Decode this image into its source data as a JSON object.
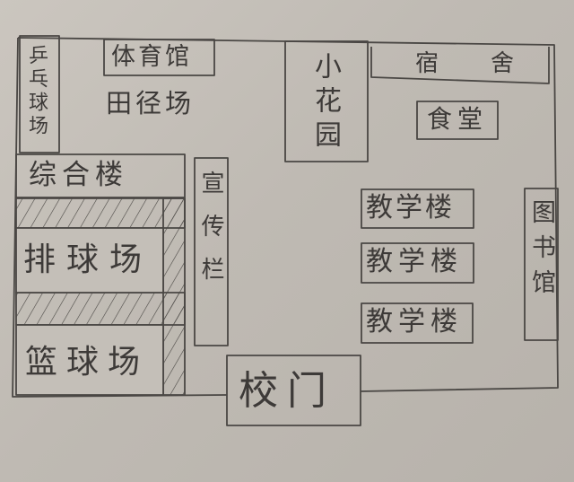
{
  "map": {
    "pingpong": "乒乓球场",
    "gym": "体育馆",
    "track_field": "田径场",
    "garden": "小花园",
    "dorm": "宿　舍",
    "canteen": "食堂",
    "complex_building": "综合楼",
    "bulletin": "宣传栏",
    "teaching_1": "教学楼",
    "teaching_2": "教学楼",
    "teaching_3": "教学楼",
    "library": "图书馆",
    "volleyball": "排球场",
    "basketball": "篮球场",
    "gate": "校门"
  }
}
